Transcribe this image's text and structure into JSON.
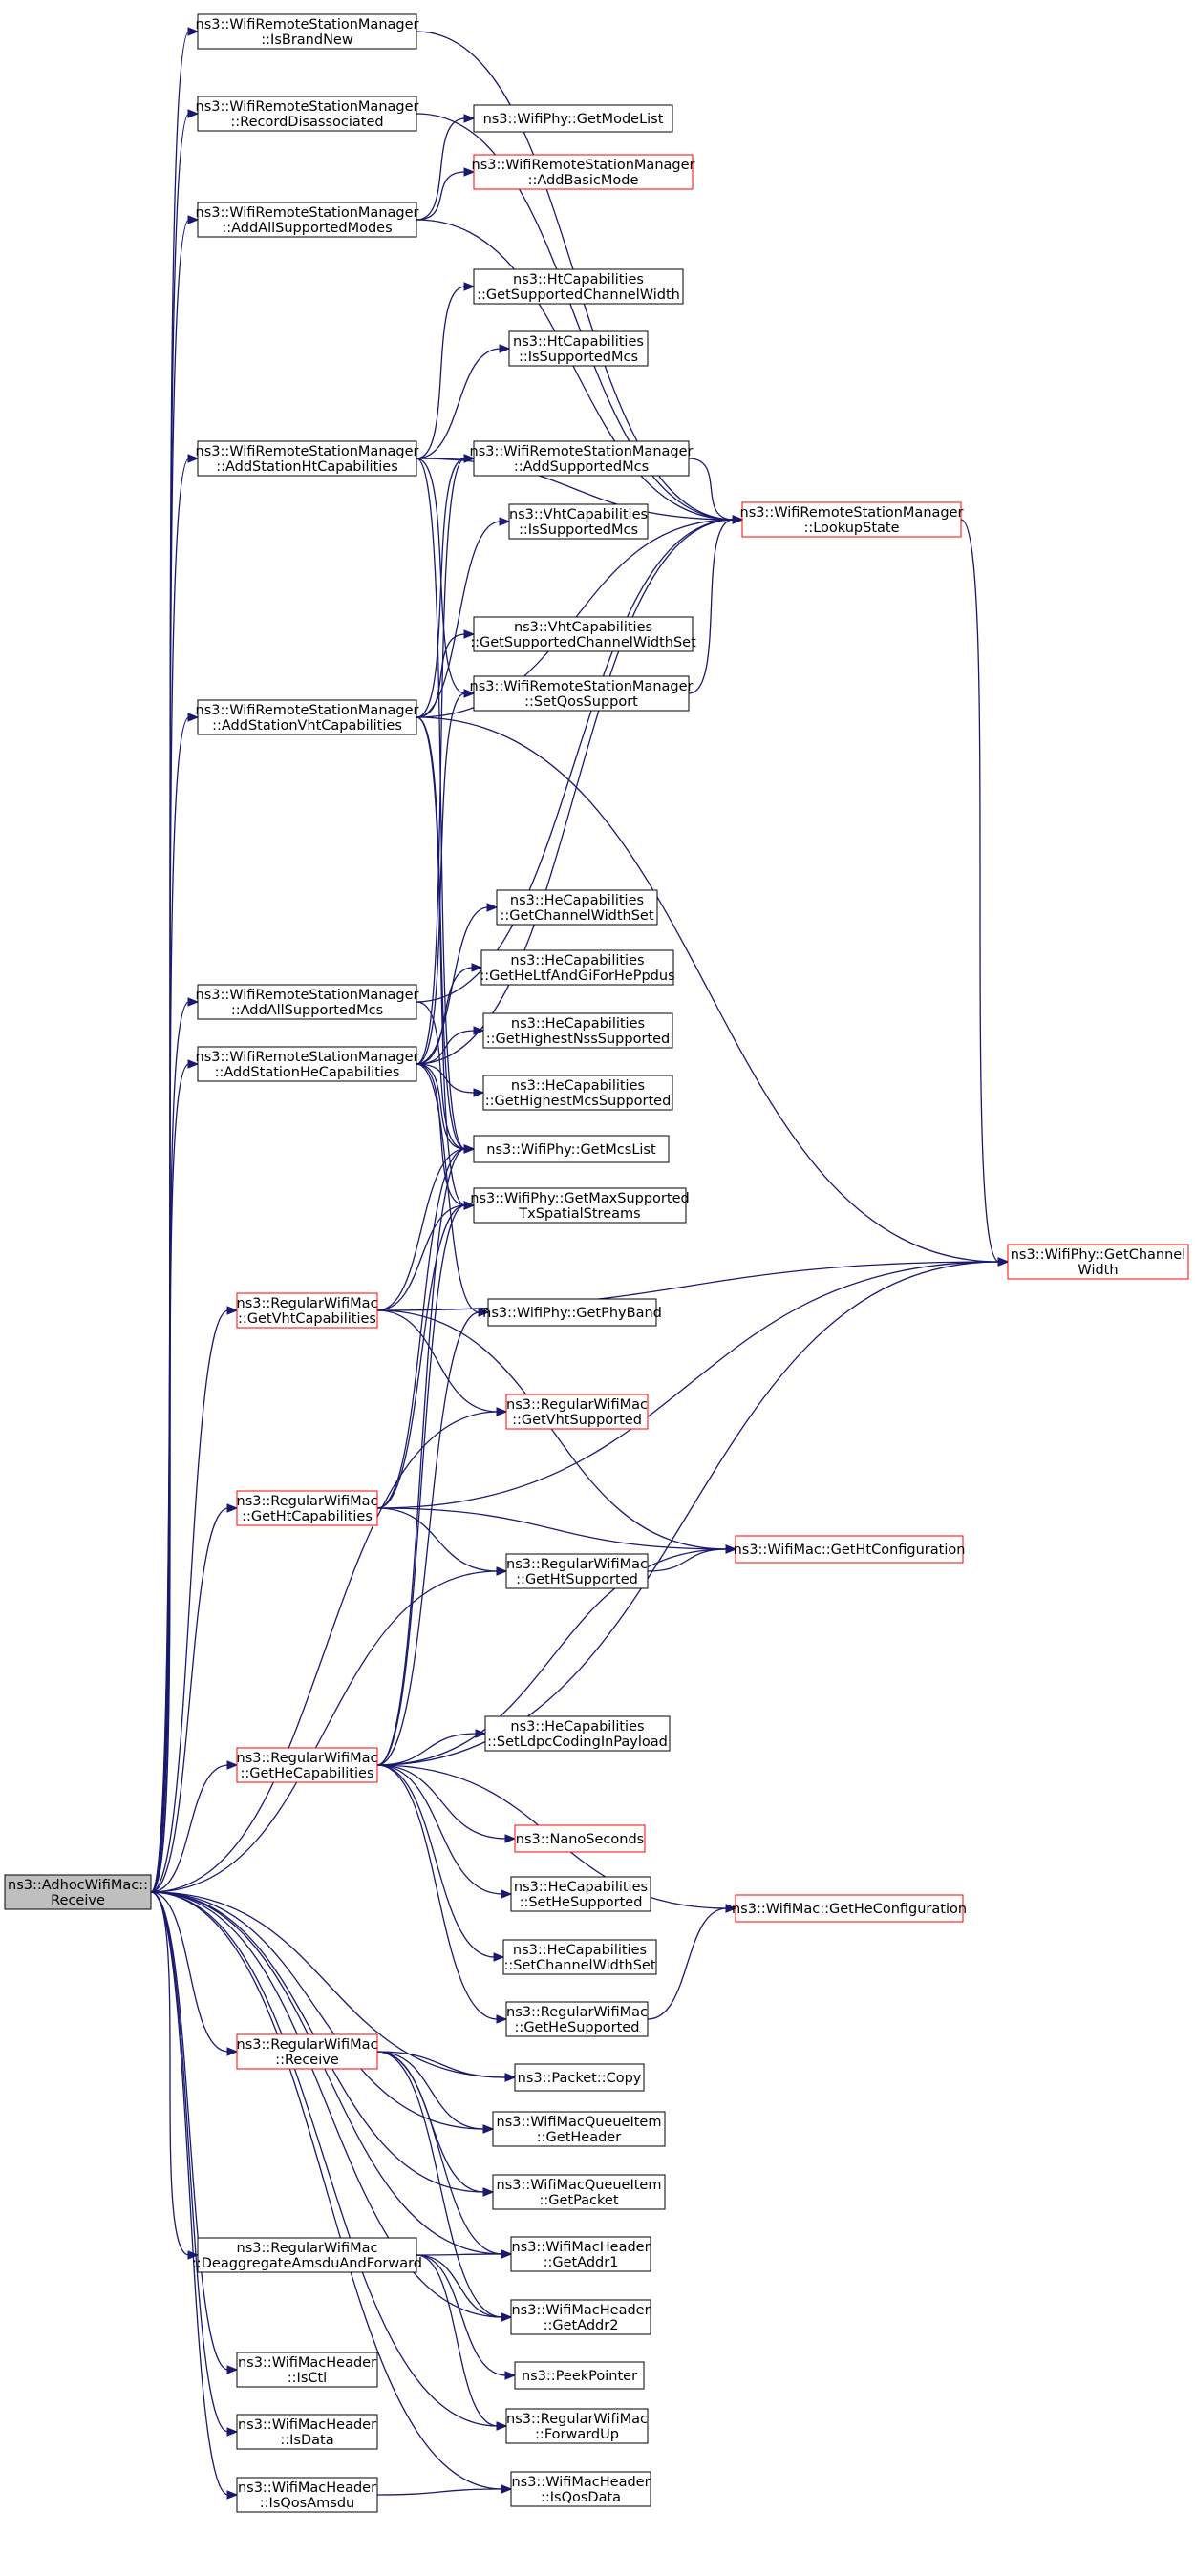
{
  "graph": {
    "edge_color": "#191970",
    "highlight_border_color": "#ff0000",
    "root_fill_color": "#bfbfbf",
    "nodes": [
      {
        "id": "root",
        "lines": [
          "ns3::AdhocWifiMac::",
          "Receive"
        ],
        "style": "root"
      },
      {
        "id": "isbrandnew",
        "lines": [
          "ns3::WifiRemoteStationManager",
          "::IsBrandNew"
        ],
        "style": "normal"
      },
      {
        "id": "recorddisassoc",
        "lines": [
          "ns3::WifiRemoteStationManager",
          "::RecordDisassociated"
        ],
        "style": "normal"
      },
      {
        "id": "addallmodes",
        "lines": [
          "ns3::WifiRemoteStationManager",
          "::AddAllSupportedModes"
        ],
        "style": "normal"
      },
      {
        "id": "addstahtcap",
        "lines": [
          "ns3::WifiRemoteStationManager",
          "::AddStationHtCapabilities"
        ],
        "style": "normal"
      },
      {
        "id": "addstavhtcap",
        "lines": [
          "ns3::WifiRemoteStationManager",
          "::AddStationVhtCapabilities"
        ],
        "style": "normal"
      },
      {
        "id": "addallmcs",
        "lines": [
          "ns3::WifiRemoteStationManager",
          "::AddAllSupportedMcs"
        ],
        "style": "normal"
      },
      {
        "id": "addstahecap",
        "lines": [
          "ns3::WifiRemoteStationManager",
          "::AddStationHeCapabilities"
        ],
        "style": "normal"
      },
      {
        "id": "getvhtcap",
        "lines": [
          "ns3::RegularWifiMac",
          "::GetVhtCapabilities"
        ],
        "style": "red"
      },
      {
        "id": "gethtcap",
        "lines": [
          "ns3::RegularWifiMac",
          "::GetHtCapabilities"
        ],
        "style": "red"
      },
      {
        "id": "gethecap",
        "lines": [
          "ns3::RegularWifiMac",
          "::GetHeCapabilities"
        ],
        "style": "red"
      },
      {
        "id": "regreceive",
        "lines": [
          "ns3::RegularWifiMac",
          "::Receive"
        ],
        "style": "red"
      },
      {
        "id": "deaggr",
        "lines": [
          "ns3::RegularWifiMac",
          "::DeaggregateAmsduAndForward"
        ],
        "style": "normal"
      },
      {
        "id": "isctl",
        "lines": [
          "ns3::WifiMacHeader",
          "::IsCtl"
        ],
        "style": "normal"
      },
      {
        "id": "isdata",
        "lines": [
          "ns3::WifiMacHeader",
          "::IsData"
        ],
        "style": "normal"
      },
      {
        "id": "isqosamsdu",
        "lines": [
          "ns3::WifiMacHeader",
          "::IsQosAmsdu"
        ],
        "style": "normal"
      },
      {
        "id": "getmodelist",
        "lines": [
          "ns3::WifiPhy::GetModeList"
        ],
        "style": "normal"
      },
      {
        "id": "addbasicmode",
        "lines": [
          "ns3::WifiRemoteStationManager",
          "::AddBasicMode"
        ],
        "style": "red"
      },
      {
        "id": "htgetchw",
        "lines": [
          "ns3::HtCapabilities",
          "::GetSupportedChannelWidth"
        ],
        "style": "normal"
      },
      {
        "id": "htissupmcs",
        "lines": [
          "ns3::HtCapabilities",
          "::IsSupportedMcs"
        ],
        "style": "normal"
      },
      {
        "id": "addsupmcs",
        "lines": [
          "ns3::WifiRemoteStationManager",
          "::AddSupportedMcs"
        ],
        "style": "normal"
      },
      {
        "id": "vhtissupmcs",
        "lines": [
          "ns3::VhtCapabilities",
          "::IsSupportedMcs"
        ],
        "style": "normal"
      },
      {
        "id": "vhtgetchw",
        "lines": [
          "ns3::VhtCapabilities",
          "::GetSupportedChannelWidthSet"
        ],
        "style": "normal"
      },
      {
        "id": "setqos",
        "lines": [
          "ns3::WifiRemoteStationManager",
          "::SetQosSupport"
        ],
        "style": "normal"
      },
      {
        "id": "hegetchw",
        "lines": [
          "ns3::HeCapabilities",
          "::GetChannelWidthSet"
        ],
        "style": "normal"
      },
      {
        "id": "hegetltf",
        "lines": [
          "ns3::HeCapabilities",
          "::GetHeLtfAndGiForHePpdus"
        ],
        "style": "normal"
      },
      {
        "id": "hegetnss",
        "lines": [
          "ns3::HeCapabilities",
          "::GetHighestNssSupported"
        ],
        "style": "normal"
      },
      {
        "id": "hegetmcs",
        "lines": [
          "ns3::HeCapabilities",
          "::GetHighestMcsSupported"
        ],
        "style": "normal"
      },
      {
        "id": "getmcslist",
        "lines": [
          "ns3::WifiPhy::GetMcsList"
        ],
        "style": "normal"
      },
      {
        "id": "getmaxss",
        "lines": [
          "ns3::WifiPhy::GetMaxSupported",
          "TxSpatialStreams"
        ],
        "style": "normal"
      },
      {
        "id": "getphyband",
        "lines": [
          "ns3::WifiPhy::GetPhyBand"
        ],
        "style": "normal"
      },
      {
        "id": "getvhtsup",
        "lines": [
          "ns3::RegularWifiMac",
          "::GetVhtSupported"
        ],
        "style": "red"
      },
      {
        "id": "gethtsup",
        "lines": [
          "ns3::RegularWifiMac",
          "::GetHtSupported"
        ],
        "style": "normal"
      },
      {
        "id": "setldpc",
        "lines": [
          "ns3::HeCapabilities",
          "::SetLdpcCodingInPayload"
        ],
        "style": "normal"
      },
      {
        "id": "nanosec",
        "lines": [
          "ns3::NanoSeconds"
        ],
        "style": "red"
      },
      {
        "id": "hesetsup",
        "lines": [
          "ns3::HeCapabilities",
          "::SetHeSupported"
        ],
        "style": "normal"
      },
      {
        "id": "hesetchw",
        "lines": [
          "ns3::HeCapabilities",
          "::SetChannelWidthSet"
        ],
        "style": "normal"
      },
      {
        "id": "gethesup",
        "lines": [
          "ns3::RegularWifiMac",
          "::GetHeSupported"
        ],
        "style": "normal"
      },
      {
        "id": "pktcopy",
        "lines": [
          "ns3::Packet::Copy"
        ],
        "style": "normal"
      },
      {
        "id": "qigetheader",
        "lines": [
          "ns3::WifiMacQueueItem",
          "::GetHeader"
        ],
        "style": "normal"
      },
      {
        "id": "qigetpacket",
        "lines": [
          "ns3::WifiMacQueueItem",
          "::GetPacket"
        ],
        "style": "normal"
      },
      {
        "id": "getaddr1",
        "lines": [
          "ns3::WifiMacHeader",
          "::GetAddr1"
        ],
        "style": "normal"
      },
      {
        "id": "getaddr2",
        "lines": [
          "ns3::WifiMacHeader",
          "::GetAddr2"
        ],
        "style": "normal"
      },
      {
        "id": "peekptr",
        "lines": [
          "ns3::PeekPointer"
        ],
        "style": "normal"
      },
      {
        "id": "fwdup",
        "lines": [
          "ns3::RegularWifiMac",
          "::ForwardUp"
        ],
        "style": "normal"
      },
      {
        "id": "isqosdata",
        "lines": [
          "ns3::WifiMacHeader",
          "::IsQosData"
        ],
        "style": "normal"
      },
      {
        "id": "lookupstate",
        "lines": [
          "ns3::WifiRemoteStationManager",
          "::LookupState"
        ],
        "style": "red"
      },
      {
        "id": "getchw",
        "lines": [
          "ns3::WifiPhy::GetChannel",
          "Width"
        ],
        "style": "red"
      },
      {
        "id": "gethtconf",
        "lines": [
          "ns3::WifiMac::GetHtConfiguration"
        ],
        "style": "red"
      },
      {
        "id": "gethecconf",
        "lines": [
          "ns3::WifiMac::GetHeConfiguration"
        ],
        "style": "red"
      }
    ],
    "edges": [
      [
        "root",
        "isbrandnew"
      ],
      [
        "root",
        "recorddisassoc"
      ],
      [
        "root",
        "addallmodes"
      ],
      [
        "root",
        "addstahtcap"
      ],
      [
        "root",
        "addstavhtcap"
      ],
      [
        "root",
        "addallmcs"
      ],
      [
        "root",
        "addstahecap"
      ],
      [
        "root",
        "getvhtcap"
      ],
      [
        "root",
        "getvhtsup"
      ],
      [
        "root",
        "gethtcap"
      ],
      [
        "root",
        "gethtsup"
      ],
      [
        "root",
        "gethecap"
      ],
      [
        "root",
        "regreceive"
      ],
      [
        "root",
        "pktcopy"
      ],
      [
        "root",
        "qigetheader"
      ],
      [
        "root",
        "qigetpacket"
      ],
      [
        "root",
        "getaddr1"
      ],
      [
        "root",
        "getaddr2"
      ],
      [
        "root",
        "deaggr"
      ],
      [
        "root",
        "isctl"
      ],
      [
        "root",
        "isdata"
      ],
      [
        "root",
        "isqosamsdu"
      ],
      [
        "root",
        "isqosdata"
      ],
      [
        "root",
        "fwdup"
      ],
      [
        "isbrandnew",
        "lookupstate"
      ],
      [
        "recorddisassoc",
        "lookupstate"
      ],
      [
        "addallmodes",
        "getmodelist"
      ],
      [
        "addallmodes",
        "addbasicmode"
      ],
      [
        "addallmodes",
        "lookupstate"
      ],
      [
        "addstahtcap",
        "htgetchw"
      ],
      [
        "addstahtcap",
        "htissupmcs"
      ],
      [
        "addstahtcap",
        "addsupmcs"
      ],
      [
        "addstahtcap",
        "lookupstate"
      ],
      [
        "addstahtcap",
        "setqos"
      ],
      [
        "addstahtcap",
        "getmcslist"
      ],
      [
        "addstavhtcap",
        "addsupmcs"
      ],
      [
        "addstavhtcap",
        "vhtissupmcs"
      ],
      [
        "addstavhtcap",
        "lookupstate"
      ],
      [
        "addstavhtcap",
        "vhtgetchw"
      ],
      [
        "addstavhtcap",
        "getchw"
      ],
      [
        "addstavhtcap",
        "getmcslist"
      ],
      [
        "addstavhtcap",
        "getmaxss"
      ],
      [
        "addallmcs",
        "lookupstate"
      ],
      [
        "addallmcs",
        "getmcslist"
      ],
      [
        "addstahecap",
        "hegetchw"
      ],
      [
        "addstahecap",
        "hegetltf"
      ],
      [
        "addstahecap",
        "hegetnss"
      ],
      [
        "addstahecap",
        "hegetmcs"
      ],
      [
        "addstahecap",
        "getmcslist"
      ],
      [
        "addstahecap",
        "getmaxss"
      ],
      [
        "addstahecap",
        "getphyband"
      ],
      [
        "addstahecap",
        "lookupstate"
      ],
      [
        "addstahecap",
        "setqos"
      ],
      [
        "addstahecap",
        "addsupmcs"
      ],
      [
        "addsupmcs",
        "lookupstate"
      ],
      [
        "setqos",
        "lookupstate"
      ],
      [
        "lookupstate",
        "getchw"
      ],
      [
        "getvhtcap",
        "getmcslist"
      ],
      [
        "getvhtcap",
        "getmaxss"
      ],
      [
        "getvhtcap",
        "getchw"
      ],
      [
        "getvhtcap",
        "getvhtsup"
      ],
      [
        "getvhtcap",
        "gethtconf"
      ],
      [
        "gethtcap",
        "getmcslist"
      ],
      [
        "gethtcap",
        "getmaxss"
      ],
      [
        "gethtcap",
        "getchw"
      ],
      [
        "gethtcap",
        "gethtconf"
      ],
      [
        "gethtcap",
        "gethtsup"
      ],
      [
        "gethtsup",
        "gethtconf"
      ],
      [
        "gethecap",
        "getmcslist"
      ],
      [
        "gethecap",
        "getmaxss"
      ],
      [
        "gethecap",
        "getphyband"
      ],
      [
        "gethecap",
        "gethtconf"
      ],
      [
        "gethecap",
        "getchw"
      ],
      [
        "gethecap",
        "setldpc"
      ],
      [
        "gethecap",
        "nanosec"
      ],
      [
        "gethecap",
        "gethecconf"
      ],
      [
        "gethecap",
        "hesetsup"
      ],
      [
        "gethecap",
        "hesetchw"
      ],
      [
        "gethecap",
        "gethesup"
      ],
      [
        "gethesup",
        "gethecconf"
      ],
      [
        "regreceive",
        "pktcopy"
      ],
      [
        "regreceive",
        "qigetheader"
      ],
      [
        "regreceive",
        "qigetpacket"
      ],
      [
        "regreceive",
        "getaddr1"
      ],
      [
        "regreceive",
        "getaddr2"
      ],
      [
        "deaggr",
        "peekptr"
      ],
      [
        "deaggr",
        "fwdup"
      ],
      [
        "deaggr",
        "getaddr1"
      ],
      [
        "deaggr",
        "getaddr2"
      ],
      [
        "isqosamsdu",
        "isqosdata"
      ]
    ]
  }
}
